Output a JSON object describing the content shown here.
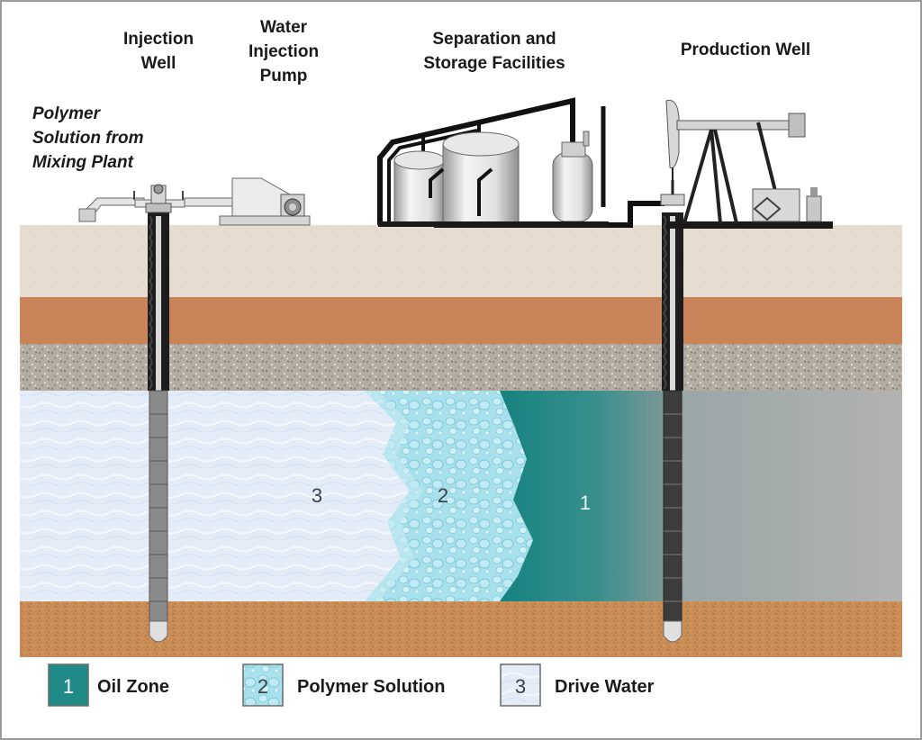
{
  "labels": {
    "injection_well": [
      "Injection",
      "Well"
    ],
    "water_injection_pump": [
      "Water",
      "Injection",
      "Pump"
    ],
    "separation_storage": [
      "Separation and",
      "Storage Facilities"
    ],
    "production_well": "Production Well",
    "polymer_source": [
      "Polymer",
      "Solution from",
      "Mixing Plant"
    ]
  },
  "zones": {
    "zone1": "1",
    "zone2": "2",
    "zone3": "3"
  },
  "legend": [
    {
      "number": "1",
      "label": "Oil Zone",
      "color": "#1f8a86"
    },
    {
      "number": "2",
      "label": "Polymer Solution",
      "color": "#9fdcea"
    },
    {
      "number": "3",
      "label": "Drive Water",
      "color": "#dde8f5"
    }
  ],
  "colors": {
    "surface_soil": "#e6ddd0",
    "clay_layer": "#c9845a",
    "gravel_layer": "#b4aca2",
    "bottom_sand": "#c98f57",
    "drive_water": "#e4edf8",
    "polymer": "#a6e0ec",
    "oil": "#1f8a86",
    "gray_rock": "#b5b5b5"
  }
}
